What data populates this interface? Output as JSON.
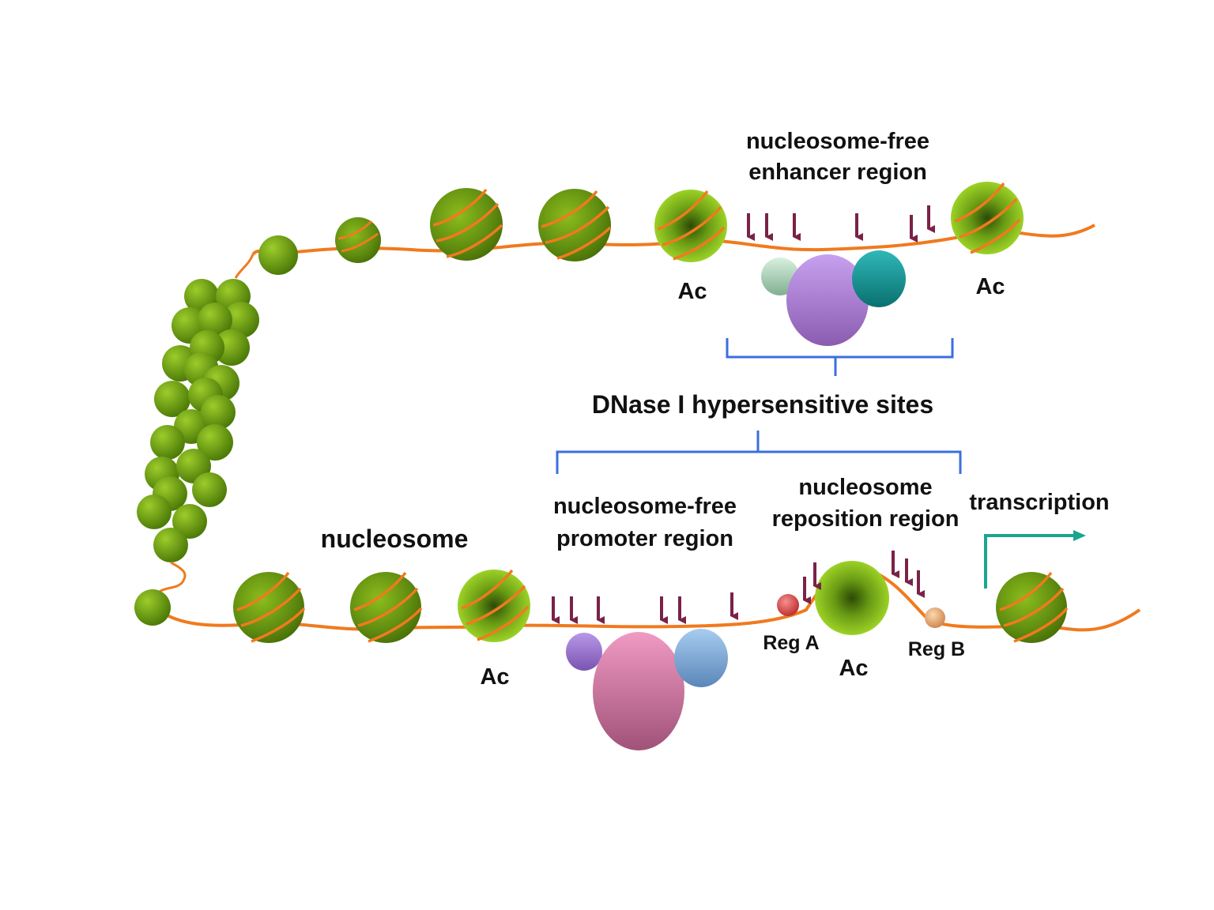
{
  "labels": {
    "enhancer_line1": "nucleosome-free",
    "enhancer_line2": "enhancer region",
    "ac_top_left": "Ac",
    "ac_top_right": "Ac",
    "dnase": "DNase I hypersensitive sites",
    "nucleosome": "nucleosome",
    "promoter_line1": "nucleosome-free",
    "promoter_line2": "promoter region",
    "reposition_line1": "nucleosome",
    "reposition_line2": "reposition region",
    "transcription": "transcription",
    "ac_bottom_left": "Ac",
    "ac_bottom_right": "Ac",
    "reg_a": "Reg A",
    "reg_b": "Reg B"
  },
  "colors": {
    "dna_strand": "#f07a1e",
    "nucleosome_green": "#6c9a12",
    "acetylated_nucleosome": "#9ad022",
    "cleavage_arrow": "#7a2248",
    "bracket": "#3a6fe0",
    "transcription_arrow": "#1aa58e",
    "enhancer_protein_large": "#a77ad0",
    "enhancer_protein_teal": "#1a9a9a",
    "enhancer_protein_small": "#a8d0a8",
    "promoter_protein_large": "#d978a8",
    "promoter_protein_blue": "#7aa8dc",
    "promoter_protein_small": "#9a70cc",
    "reg_a_color": "#e05050",
    "reg_b_color": "#f0b080"
  }
}
